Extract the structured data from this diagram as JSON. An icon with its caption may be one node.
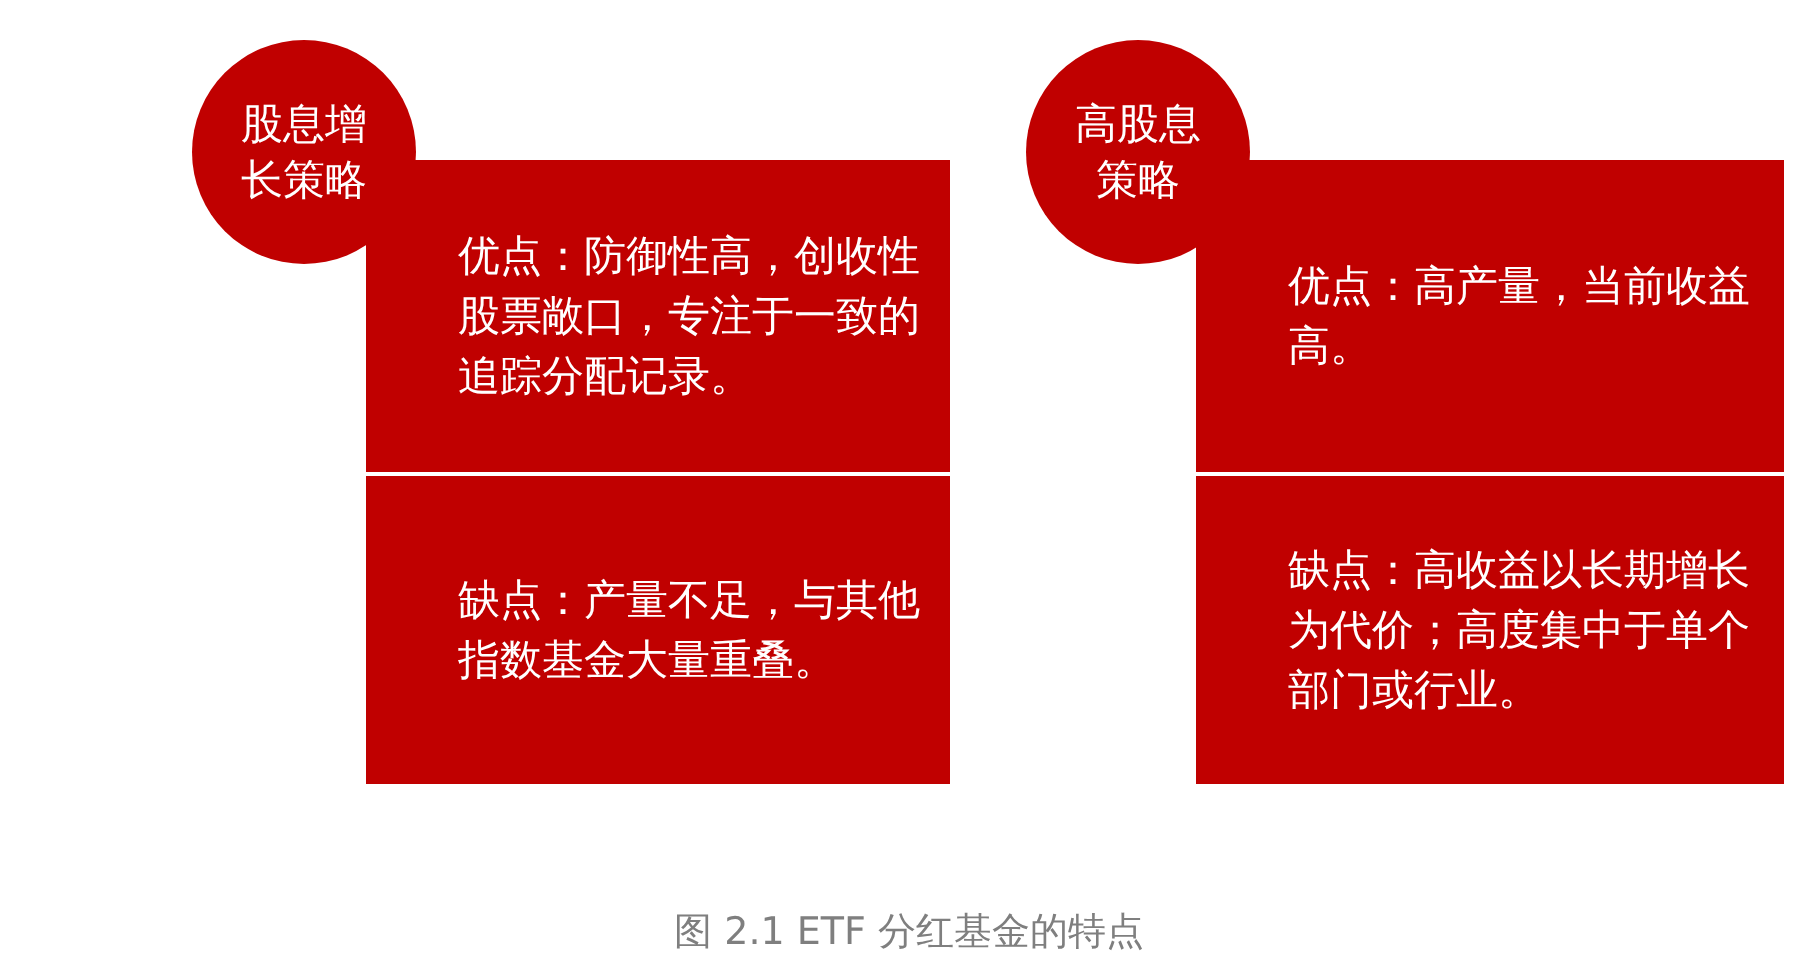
{
  "diagram": {
    "caption": "图 2.1 ETF 分红基金的特点",
    "nodes": [
      {
        "text": [
          "股息增长策略"
        ]
      },
      {
        "text": [
          "优点：防御性高，创收性股票敞口，专注于一致的追踪分配记录。"
        ]
      },
      {
        "text": [
          "缺点：产量不足，与其他指数基金大量重叠。"
        ]
      },
      {
        "text": [
          "高股息策略"
        ]
      },
      {
        "text": [
          "优点：高产量，当前收益高。"
        ]
      },
      {
        "text": [
          "缺点：高收益以长期增长为代价；高度集中于单个部门或行业。"
        ]
      }
    ],
    "edges": []
  }
}
